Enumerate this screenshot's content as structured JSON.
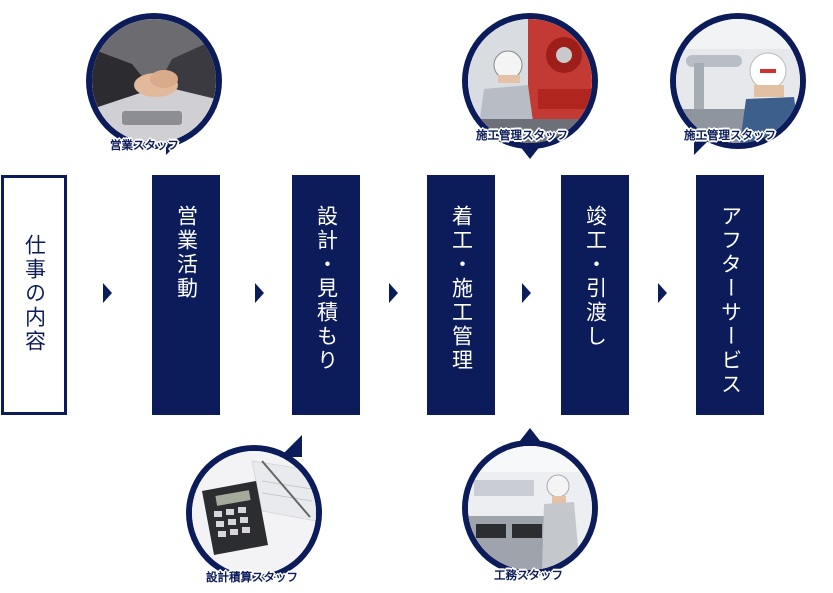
{
  "steps": [
    {
      "label": "仕事の内容"
    },
    {
      "label": "営業活動"
    },
    {
      "label": "設計・見積もり"
    },
    {
      "label": "着工・施工管理"
    },
    {
      "label": "竣工・引渡し"
    },
    {
      "label": "アフターサービス"
    }
  ],
  "photos": {
    "sales": {
      "caption": "営業スタッフ",
      "icon": "handshake-photo"
    },
    "construction_1": {
      "caption": "施工管理スタッフ",
      "icon": "pipe-worker-photo"
    },
    "construction_2": {
      "caption": "施工管理スタッフ",
      "icon": "inspector-photo"
    },
    "estimation": {
      "caption": "設計積算スタッフ",
      "icon": "calculator-photo"
    },
    "engineering": {
      "caption": "工務スタッフ",
      "icon": "kitchen-worker-photo"
    }
  },
  "colors": {
    "navy": "#0c1c5a",
    "background": "#ffffff"
  }
}
